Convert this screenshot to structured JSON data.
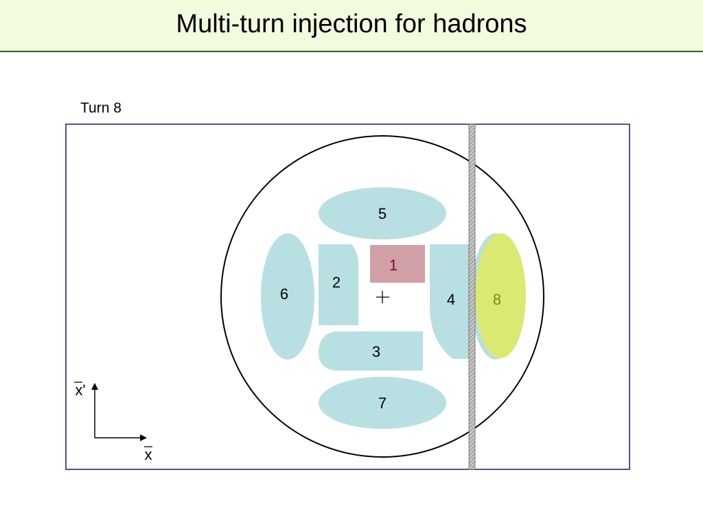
{
  "header": {
    "title": "Multi-turn injection for hadrons"
  },
  "turn": {
    "label": "Turn 8"
  },
  "beamlets": [
    {
      "label": "1",
      "color": "#d19fa6",
      "text_color": "#7a0f1e"
    },
    {
      "label": "2",
      "color": "#b8dfe2",
      "text_color": "#000000"
    },
    {
      "label": "3",
      "color": "#b8dfe2",
      "text_color": "#000000"
    },
    {
      "label": "4",
      "color": "#b8dfe2",
      "text_color": "#000000"
    },
    {
      "label": "5",
      "color": "#b8dfe2",
      "text_color": "#000000"
    },
    {
      "label": "6",
      "color": "#b8dfe2",
      "text_color": "#000000"
    },
    {
      "label": "7",
      "color": "#b8dfe2",
      "text_color": "#000000"
    },
    {
      "label": "8",
      "color": "#dbe872",
      "text_color": "#7d8a00"
    }
  ],
  "axes": {
    "x": "x",
    "xp": "x'"
  },
  "colors": {
    "title_bg": "#f1fbde",
    "title_rule": "#2e5a2e",
    "frame": "#1a1a6e",
    "septum": "#9a9a9a",
    "acceptance": "#000000"
  },
  "icons": {
    "center_marker": "plus-icon",
    "septum": "septum-hatch"
  }
}
